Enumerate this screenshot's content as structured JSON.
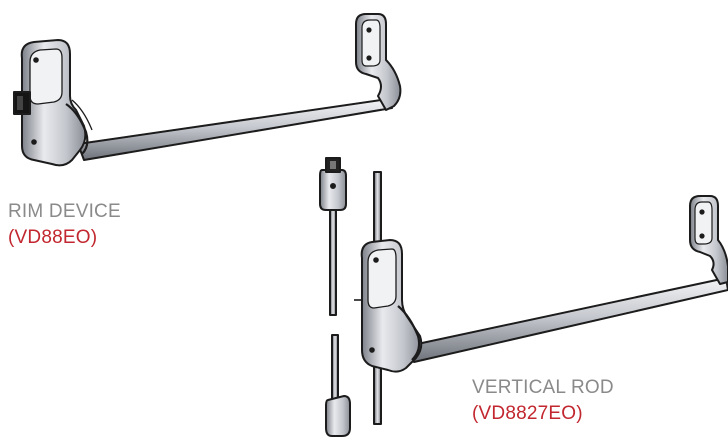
{
  "colors": {
    "metal_light": "#f2f2f4",
    "metal_mid": "#b9bcc3",
    "metal_dark": "#6e727a",
    "outline": "#1c1c1c",
    "label_gray": "#8a8a8a",
    "label_red": "#c2262e"
  },
  "devices": [
    {
      "id": "rim",
      "name": "RIM DEVICE",
      "model": "(VD88EO)"
    },
    {
      "id": "vertical-rod",
      "name": "VERTICAL ROD",
      "model": "(VD8827EO)"
    }
  ]
}
